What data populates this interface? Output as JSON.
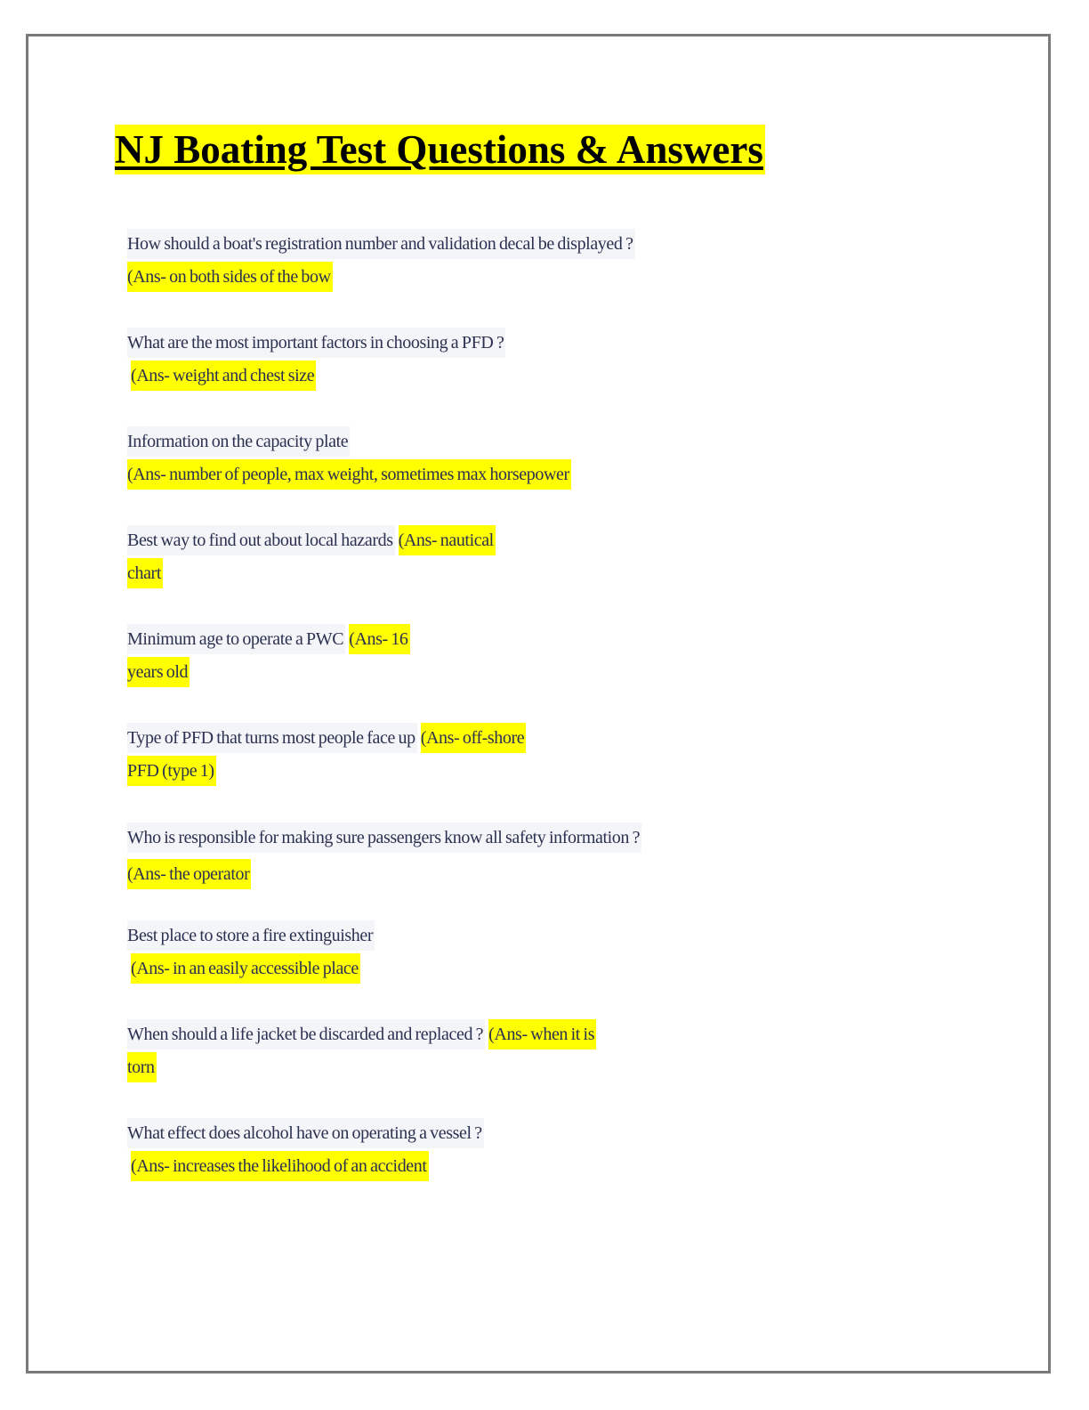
{
  "document": {
    "title": "NJ Boating Test Questions & Answers",
    "highlight_color": "#ffff00",
    "question_bg_color": "#f4f5f9",
    "text_color": "#2b3150",
    "items": [
      {
        "question": "How should a boat's registration number and validation decal be displayed ?",
        "answer_line1": "(Ans- on both sides of the bow",
        "answer_line2": ""
      },
      {
        "question": "What are the most important factors in choosing a PFD ?",
        "answer_line1": "(Ans- weight and chest size",
        "answer_line2": ""
      },
      {
        "question": "Information on the capacity plate",
        "answer_line1": "(Ans- number of people, max weight, sometimes max horsepower",
        "answer_line2": ""
      },
      {
        "question": "Best way to find out about local hazards",
        "answer_line1": "(Ans- nautical",
        "answer_line2": "chart"
      },
      {
        "question": "Minimum age to operate a PWC",
        "answer_line1": "(Ans- 16",
        "answer_line2": "years old"
      },
      {
        "question": "Type of PFD that turns most people face up",
        "answer_line1": "(Ans- off-shore",
        "answer_line2": "PFD (type 1)"
      },
      {
        "question": "Who is responsible for making sure passengers know all safety information ?",
        "answer_line1": "(Ans- the operator",
        "answer_line2": ""
      },
      {
        "question": "Best place to store a fire extinguisher",
        "answer_line1": "(Ans- in an easily accessible place",
        "answer_line2": ""
      },
      {
        "question": "When should a life jacket be discarded and replaced ?",
        "answer_line1": "(Ans- when it is",
        "answer_line2": "torn"
      },
      {
        "question": "What effect does alcohol have on operating a vessel ?",
        "answer_line1": "(Ans- increases the likelihood of an accident",
        "answer_line2": ""
      }
    ]
  }
}
